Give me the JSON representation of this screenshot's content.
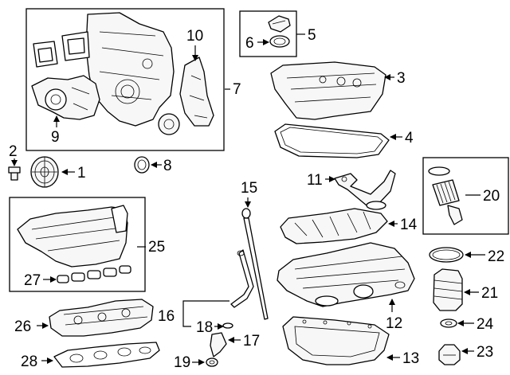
{
  "diagram": {
    "callouts": {
      "c1": "1",
      "c2": "2",
      "c3": "3",
      "c4": "4",
      "c5": "5",
      "c6": "6",
      "c7": "7",
      "c8": "8",
      "c9": "9",
      "c10": "10",
      "c11": "11",
      "c12": "12",
      "c13": "13",
      "c14": "14",
      "c15": "15",
      "c16": "16",
      "c17": "17",
      "c18": "18",
      "c19": "19",
      "c20": "20",
      "c21": "21",
      "c22": "22",
      "c23": "23",
      "c24": "24",
      "c25": "25",
      "c26": "26",
      "c27": "27",
      "c28": "28"
    },
    "colors": {
      "line": "#000000",
      "background": "#ffffff",
      "part_fill": "#f7f7f7"
    }
  }
}
